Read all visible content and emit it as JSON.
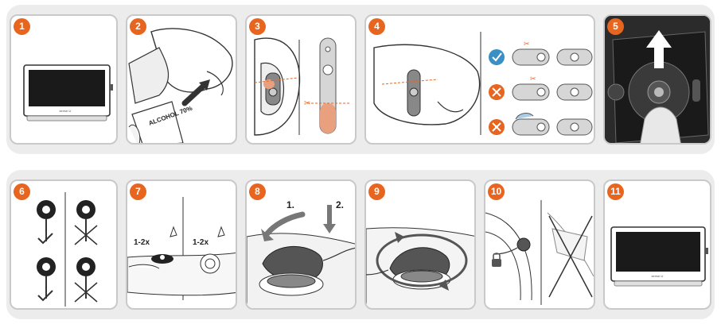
{
  "steps": [
    {
      "number": "1",
      "device_brand": "sense-U"
    },
    {
      "number": "2",
      "wipe_text": "ALCOHOL\n70%"
    },
    {
      "number": "3"
    },
    {
      "number": "4"
    },
    {
      "number": "5"
    },
    {
      "number": "6"
    },
    {
      "number": "7",
      "press_count_left": "1-2x",
      "press_count_right": "1-2x"
    },
    {
      "number": "8",
      "arrow_label_1": "1.",
      "arrow_label_2": "2."
    },
    {
      "number": "9"
    },
    {
      "number": "10"
    },
    {
      "number": "11",
      "device_brand": "sense-U"
    }
  ],
  "colors": {
    "badge": "#e8651f",
    "check": "#3a8fc4",
    "cross": "#e8651f",
    "skin_highlight": "#e9a07f",
    "row_bg": "#ececec",
    "panel_border": "#c9c9c9"
  }
}
